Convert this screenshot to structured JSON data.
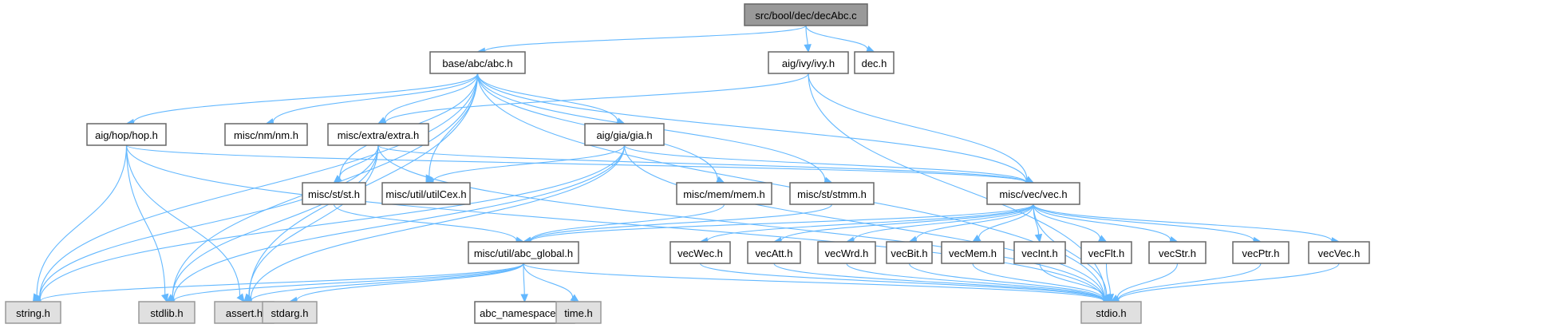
{
  "title": "src/bool/dec/decAbc.c",
  "colors": {
    "edge": "#63b8ff",
    "root_fill": "#999999",
    "file_fill": "#ffffff",
    "system_fill": "#e0e0e0",
    "border": "#666666"
  },
  "nodes": [
    {
      "id": "decAbc",
      "label": "src/bool/dec/decAbc.c",
      "kind": "root"
    },
    {
      "id": "abc",
      "label": "base/abc/abc.h",
      "kind": "file"
    },
    {
      "id": "ivy",
      "label": "aig/ivy/ivy.h",
      "kind": "file"
    },
    {
      "id": "dec",
      "label": "dec.h",
      "kind": "file"
    },
    {
      "id": "hop",
      "label": "aig/hop/hop.h",
      "kind": "file"
    },
    {
      "id": "nm",
      "label": "misc/nm/nm.h",
      "kind": "file"
    },
    {
      "id": "extra",
      "label": "misc/extra/extra.h",
      "kind": "file"
    },
    {
      "id": "gia",
      "label": "aig/gia/gia.h",
      "kind": "file"
    },
    {
      "id": "st",
      "label": "misc/st/st.h",
      "kind": "file"
    },
    {
      "id": "utilCex",
      "label": "misc/util/utilCex.h",
      "kind": "file"
    },
    {
      "id": "mem",
      "label": "misc/mem/mem.h",
      "kind": "file"
    },
    {
      "id": "stmm",
      "label": "misc/st/stmm.h",
      "kind": "file"
    },
    {
      "id": "vec",
      "label": "misc/vec/vec.h",
      "kind": "file"
    },
    {
      "id": "abc_global",
      "label": "misc/util/abc_global.h",
      "kind": "file"
    },
    {
      "id": "vecWec",
      "label": "vecWec.h",
      "kind": "file"
    },
    {
      "id": "vecAtt",
      "label": "vecAtt.h",
      "kind": "file"
    },
    {
      "id": "vecWrd",
      "label": "vecWrd.h",
      "kind": "file"
    },
    {
      "id": "vecBit",
      "label": "vecBit.h",
      "kind": "file"
    },
    {
      "id": "vecMem",
      "label": "vecMem.h",
      "kind": "file"
    },
    {
      "id": "vecInt",
      "label": "vecInt.h",
      "kind": "file"
    },
    {
      "id": "vecFlt",
      "label": "vecFlt.h",
      "kind": "file"
    },
    {
      "id": "vecStr",
      "label": "vecStr.h",
      "kind": "file"
    },
    {
      "id": "vecPtr",
      "label": "vecPtr.h",
      "kind": "file"
    },
    {
      "id": "vecVec",
      "label": "vecVec.h",
      "kind": "file"
    },
    {
      "id": "string",
      "label": "string.h",
      "kind": "sys"
    },
    {
      "id": "stdlib",
      "label": "stdlib.h",
      "kind": "sys"
    },
    {
      "id": "assert",
      "label": "assert.h",
      "kind": "sys"
    },
    {
      "id": "stdarg",
      "label": "stdarg.h",
      "kind": "sys"
    },
    {
      "id": "abc_namespaces",
      "label": "abc_namespaces.h",
      "kind": "file"
    },
    {
      "id": "time",
      "label": "time.h",
      "kind": "sys"
    },
    {
      "id": "stdio",
      "label": "stdio.h",
      "kind": "sys"
    }
  ],
  "edges": [
    [
      "decAbc",
      "abc"
    ],
    [
      "decAbc",
      "ivy"
    ],
    [
      "decAbc",
      "dec"
    ],
    [
      "abc",
      "hop"
    ],
    [
      "abc",
      "nm"
    ],
    [
      "abc",
      "extra"
    ],
    [
      "abc",
      "gia"
    ],
    [
      "abc",
      "st"
    ],
    [
      "abc",
      "utilCex"
    ],
    [
      "abc",
      "mem"
    ],
    [
      "abc",
      "stmm"
    ],
    [
      "abc",
      "vec"
    ],
    [
      "abc",
      "string"
    ],
    [
      "abc",
      "stdlib"
    ],
    [
      "abc",
      "assert"
    ],
    [
      "abc",
      "stdio"
    ],
    [
      "ivy",
      "extra"
    ],
    [
      "ivy",
      "vec"
    ],
    [
      "ivy",
      "stdio"
    ],
    [
      "hop",
      "vec"
    ],
    [
      "hop",
      "string"
    ],
    [
      "hop",
      "stdlib"
    ],
    [
      "hop",
      "assert"
    ],
    [
      "hop",
      "stdio"
    ],
    [
      "extra",
      "st"
    ],
    [
      "extra",
      "vec"
    ],
    [
      "extra",
      "string"
    ],
    [
      "extra",
      "stdlib"
    ],
    [
      "extra",
      "assert"
    ],
    [
      "extra",
      "stdio"
    ],
    [
      "gia",
      "utilCex"
    ],
    [
      "gia",
      "vec"
    ],
    [
      "gia",
      "string"
    ],
    [
      "gia",
      "stdlib"
    ],
    [
      "gia",
      "assert"
    ],
    [
      "gia",
      "stdio"
    ],
    [
      "st",
      "abc_global"
    ],
    [
      "mem",
      "abc_global"
    ],
    [
      "stmm",
      "abc_global"
    ],
    [
      "vec",
      "abc_global"
    ],
    [
      "vec",
      "vecWec"
    ],
    [
      "vec",
      "vecAtt"
    ],
    [
      "vec",
      "vecWrd"
    ],
    [
      "vec",
      "vecBit"
    ],
    [
      "vec",
      "vecMem"
    ],
    [
      "vec",
      "vecInt"
    ],
    [
      "vec",
      "vecFlt"
    ],
    [
      "vec",
      "vecStr"
    ],
    [
      "vec",
      "vecPtr"
    ],
    [
      "vec",
      "vecVec"
    ],
    [
      "vec",
      "stdio"
    ],
    [
      "abc_global",
      "string"
    ],
    [
      "abc_global",
      "stdlib"
    ],
    [
      "abc_global",
      "assert"
    ],
    [
      "abc_global",
      "stdarg"
    ],
    [
      "abc_global",
      "abc_namespaces"
    ],
    [
      "abc_global",
      "time"
    ],
    [
      "abc_global",
      "stdio"
    ],
    [
      "vecWec",
      "stdio"
    ],
    [
      "vecAtt",
      "stdio"
    ],
    [
      "vecWrd",
      "stdio"
    ],
    [
      "vecBit",
      "stdio"
    ],
    [
      "vecMem",
      "stdio"
    ],
    [
      "vecInt",
      "stdio"
    ],
    [
      "vecFlt",
      "stdio"
    ],
    [
      "vecStr",
      "stdio"
    ],
    [
      "vecPtr",
      "stdio"
    ],
    [
      "vecVec",
      "stdio"
    ]
  ]
}
